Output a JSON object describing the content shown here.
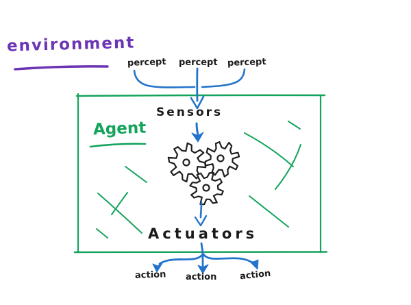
{
  "colors": {
    "environment_purple": "#6c35b5",
    "arrow_blue": "#2273cc",
    "agent_green": "#14a35c",
    "ink_black": "#1a1a1a"
  },
  "environment": {
    "label": "environment"
  },
  "percepts": {
    "items": [
      "percept",
      "percept",
      "percept"
    ]
  },
  "agent": {
    "label": "Agent",
    "sensors_label": "Sensors",
    "actuators_label": "Actuators"
  },
  "actions": {
    "items": [
      "action",
      "action",
      "action"
    ]
  }
}
